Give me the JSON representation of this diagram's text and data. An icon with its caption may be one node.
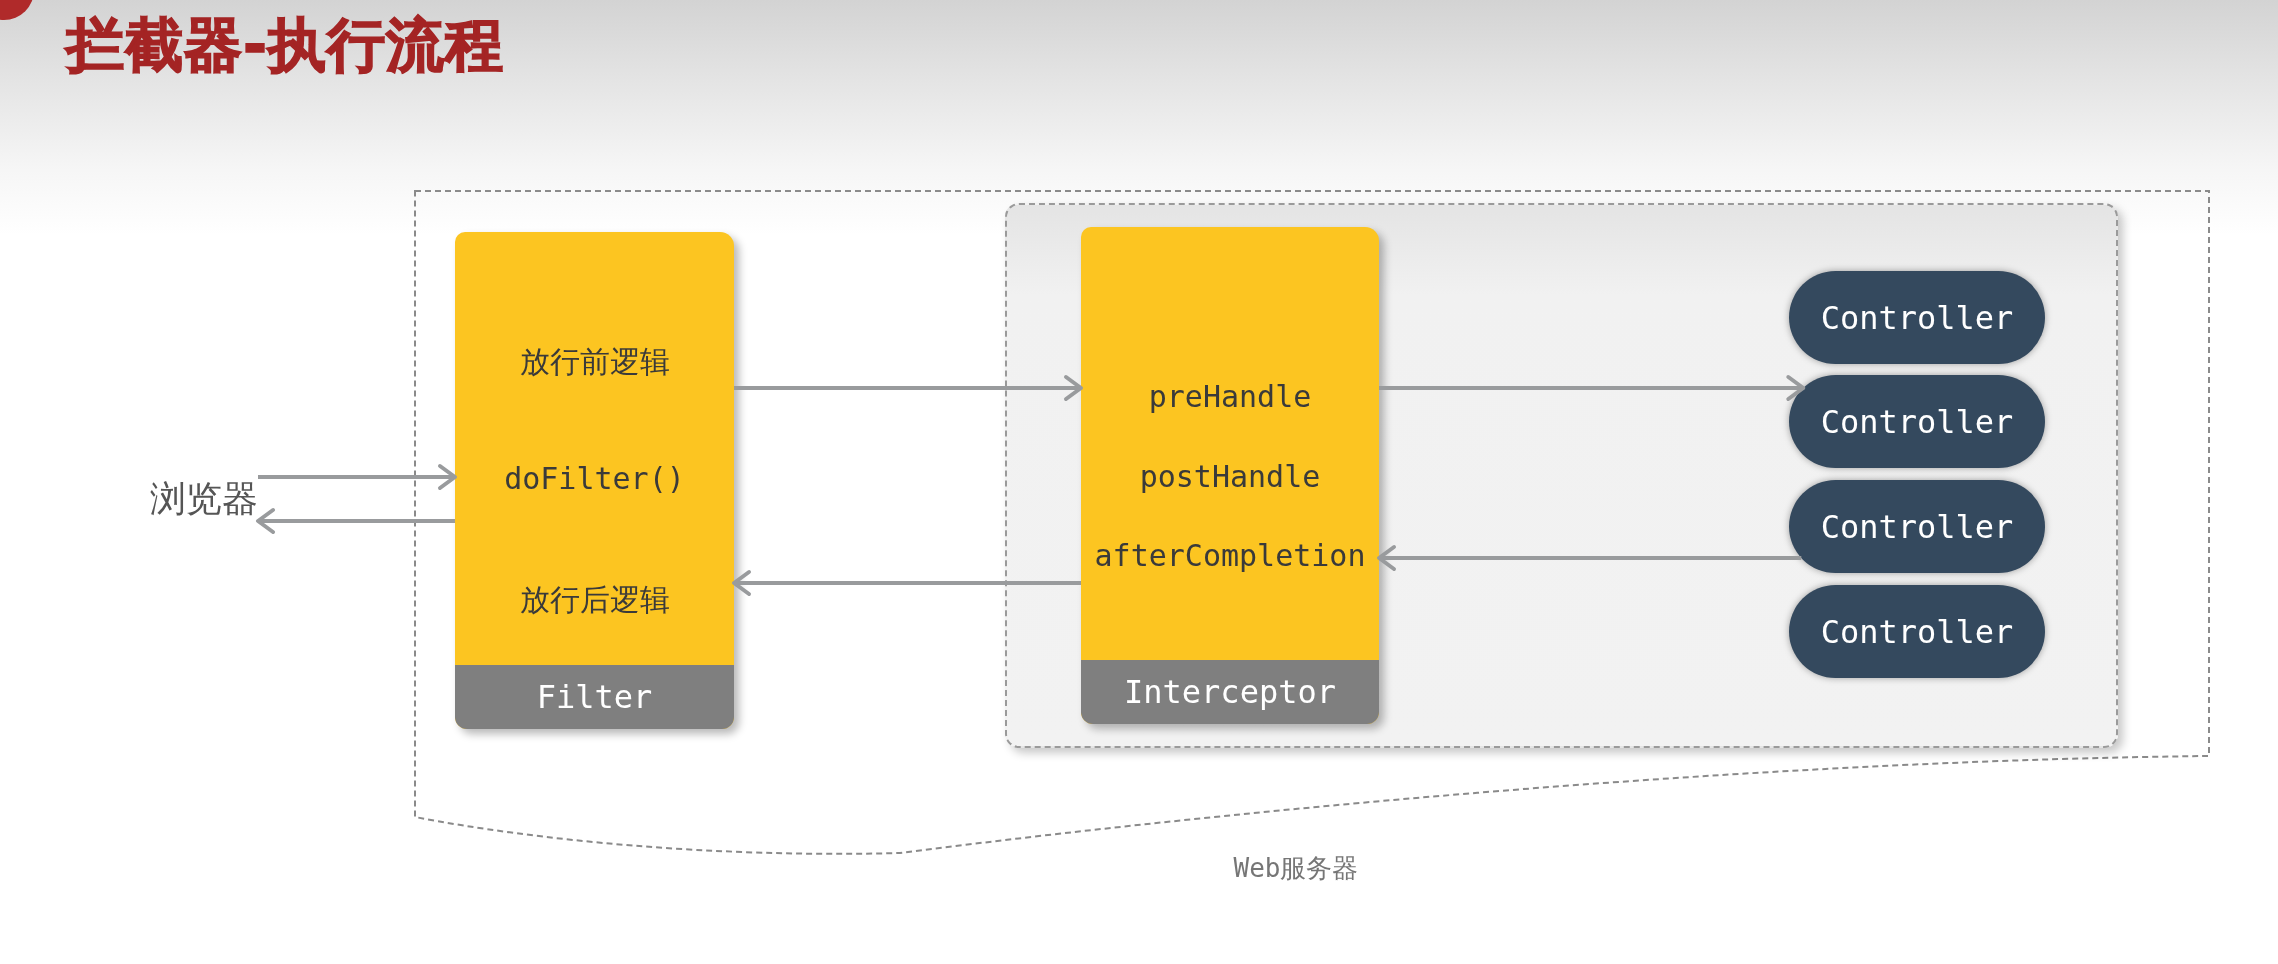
{
  "diagram": {
    "title": "拦截器-执行流程",
    "nodes": [
      {
        "text": [
          "浏览器"
        ]
      },
      {
        "text": [
          "Web服务器"
        ]
      },
      {
        "text": [
          "放行前逻辑",
          "doFilter()",
          "放行后逻辑",
          "Filter"
        ],
        "in": 1
      },
      {
        "text": [],
        "shape": "box",
        "in": 1
      },
      {
        "text": [
          "preHandle",
          "postHandle",
          "afterCompletion",
          "Interceptor"
        ],
        "in": 3
      },
      {
        "text": [
          "Controller"
        ],
        "in": 3
      },
      {
        "text": [
          "Controller"
        ],
        "in": 3
      },
      {
        "text": [
          "Controller"
        ],
        "in": 3
      },
      {
        "text": [
          "Controller"
        ],
        "in": 3
      }
    ],
    "edges": [
      {
        "from": 0,
        "to": 2,
        "arrow": "to"
      },
      {
        "from": 2,
        "to": 0,
        "arrow": "to"
      },
      {
        "from": 2,
        "to": 4,
        "arrow": "to"
      },
      {
        "from": 4,
        "to": 2,
        "arrow": "to"
      },
      {
        "from": 4,
        "to": 6,
        "arrow": "to"
      },
      {
        "from": 7,
        "to": 4,
        "arrow": "to"
      }
    ]
  }
}
